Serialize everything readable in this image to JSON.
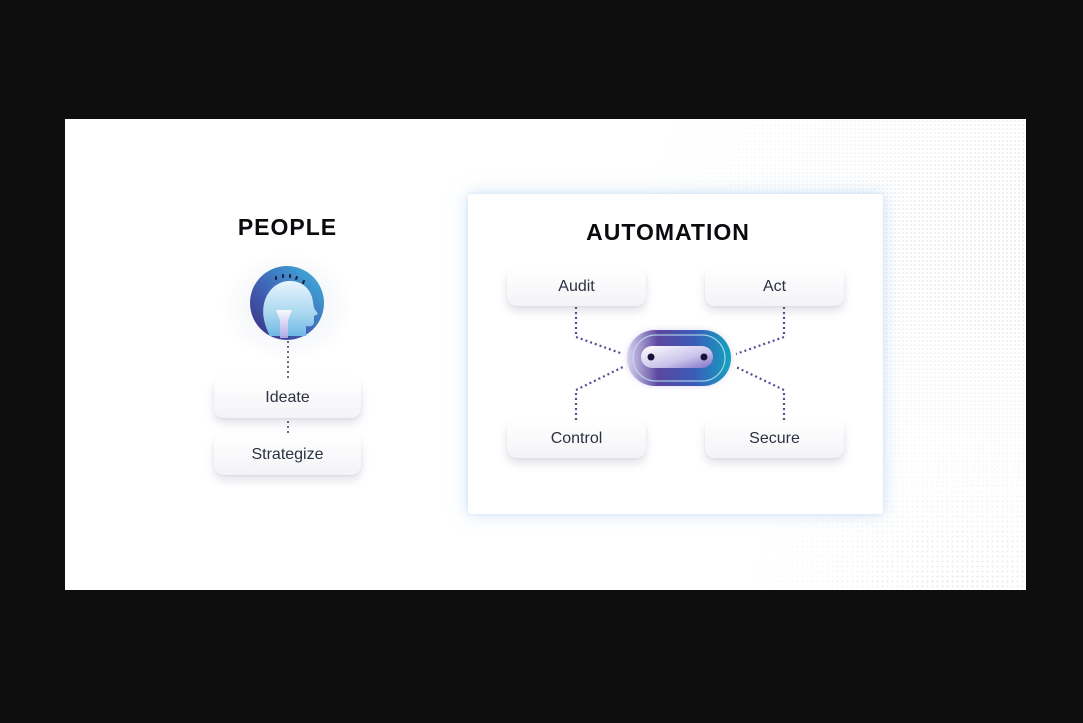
{
  "people": {
    "title": "PEOPLE",
    "icon": "human-head-lightbulb-icon",
    "items": [
      {
        "label": "Ideate"
      },
      {
        "label": "Strategize"
      }
    ]
  },
  "automation": {
    "title": "AUTOMATION",
    "icon": "robot-face-icon",
    "items": [
      {
        "label": "Audit"
      },
      {
        "label": "Act"
      },
      {
        "label": "Control"
      },
      {
        "label": "Secure"
      }
    ]
  },
  "colors": {
    "frame_background": "#0e0e0e",
    "canvas": "#ffffff",
    "text_dark": "#0b0b0f",
    "pill_text": "#2b3240",
    "connector": "#5a4a93",
    "gradient_purple": "#4b3a8c",
    "gradient_teal": "#1b9fbd",
    "card_glow": "#aacdf0"
  }
}
